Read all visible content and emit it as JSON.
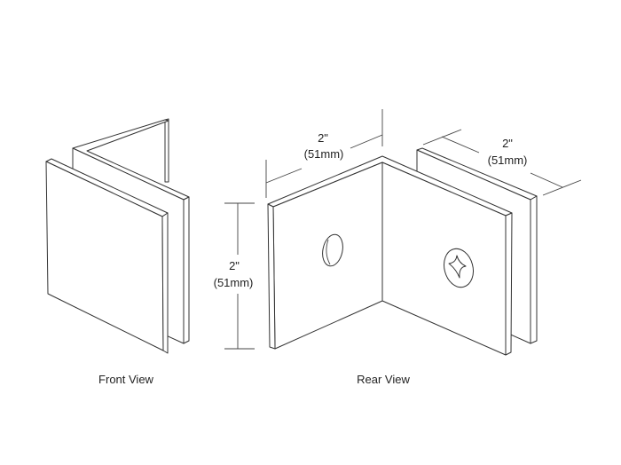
{
  "front_view": {
    "label": "Front View"
  },
  "rear_view": {
    "label": "Rear View",
    "width_dimension": {
      "inches": "2\"",
      "mm": "(51mm)"
    },
    "depth_dimension": {
      "inches": "2\"",
      "mm": "(51mm)"
    },
    "height_dimension": {
      "inches": "2\"",
      "mm": "(51mm)"
    }
  }
}
